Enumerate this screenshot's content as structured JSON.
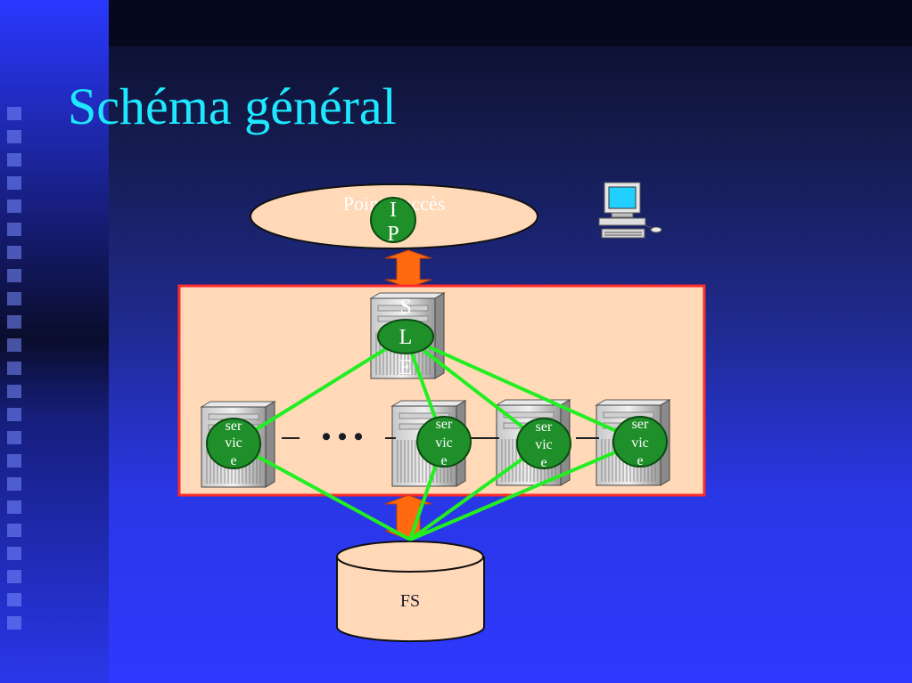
{
  "slide": {
    "title": "Schéma général"
  },
  "diagram": {
    "access_point": {
      "line1": "Point d'accès",
      "line2": "IP"
    },
    "ip_node": {
      "line1": "I",
      "line2": "P"
    },
    "sle_node": {
      "line1": "S",
      "line2": "L",
      "line3": "E"
    },
    "service_nodes": [
      {
        "line1": "ser",
        "line2": "vic",
        "line3": "e"
      },
      {
        "line1": "ser",
        "line2": "vic",
        "line3": "e"
      },
      {
        "line1": "ser",
        "line2": "vic",
        "line3": "e"
      },
      {
        "line1": "ser",
        "line2": "vic",
        "line3": "e"
      }
    ],
    "ellipsis": "• • •",
    "storage": {
      "label": "FS"
    },
    "icons": [
      "workstation-icon",
      "server-icon",
      "database-icon"
    ],
    "colors": {
      "cluster_fill": "#ffd9b8",
      "cluster_border": "#ff2a2a",
      "node_fill": "#1f8f2a",
      "link_color": "#22ee22",
      "arrow_color": "#ff6a10"
    }
  }
}
